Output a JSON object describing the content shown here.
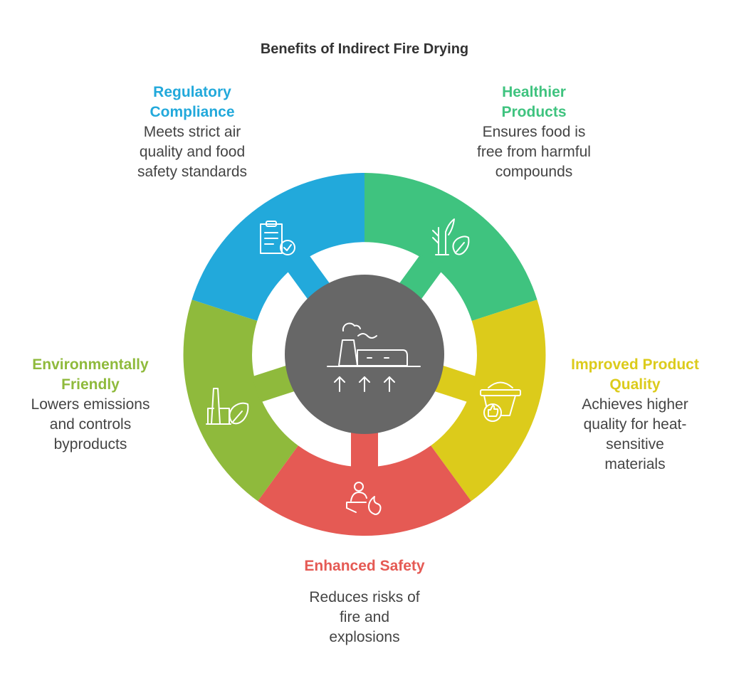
{
  "title": "Benefits of Indirect Fire Drying",
  "center": {
    "icon": "factory-drying-icon",
    "color": "#676767"
  },
  "segments": [
    {
      "id": "regulatory",
      "title": "Regulatory\nCompliance",
      "description": "Meets strict air\nquality and food\nsafety standards",
      "color": "#22a9db",
      "icon": "clipboard-check-icon"
    },
    {
      "id": "healthier",
      "title": "Healthier\nProducts",
      "description": "Ensures food is\nfree from harmful\ncompounds",
      "color": "#3fc37f",
      "icon": "plant-leaf-icon"
    },
    {
      "id": "quality",
      "title": "Improved Product\nQuality",
      "description": "Achieves higher\nquality for heat-\nsensitive\nmaterials",
      "color": "#dccb1b",
      "icon": "basket-thumbs-up-icon"
    },
    {
      "id": "safety",
      "title": "Enhanced Safety",
      "description": "Reduces risks of\nfire and\nexplosions",
      "color": "#e55a54",
      "icon": "person-fire-icon"
    },
    {
      "id": "environment",
      "title": "Environmentally\nFriendly",
      "description": "Lowers emissions\nand controls\nbyproducts",
      "color": "#8fba3c",
      "icon": "factory-leaf-icon"
    }
  ]
}
